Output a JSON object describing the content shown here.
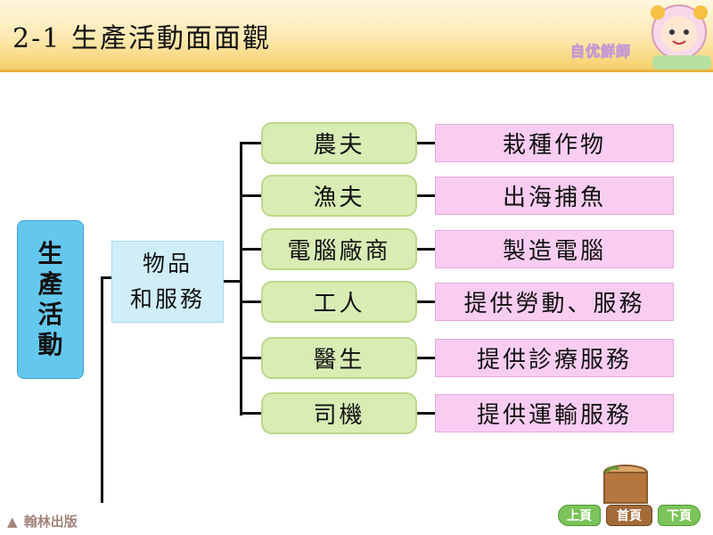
{
  "header": {
    "title": "2-1 生產活動面面觀",
    "brand": "自优鮮師"
  },
  "root": {
    "chars": [
      "生",
      "產",
      "活",
      "動"
    ]
  },
  "middle": {
    "lines": [
      "物品",
      "和服務"
    ]
  },
  "rows": [
    {
      "role": "農夫",
      "activity": "栽種作物"
    },
    {
      "role": "漁夫",
      "activity": "出海捕魚"
    },
    {
      "role": "電腦廠商",
      "activity": "製造電腦"
    },
    {
      "role": "工人",
      "activity": "提供勞動、服務"
    },
    {
      "role": "醫生",
      "activity": "提供診療服務"
    },
    {
      "role": "司機",
      "activity": "提供運輸服務"
    }
  ],
  "footer": {
    "publisher": "翰林出版",
    "nav_prev": "上頁",
    "nav_home": "首頁",
    "nav_next": "下頁"
  },
  "colors": {
    "root_fill": "#64c8ee",
    "middle_fill": "#cfeefa",
    "role_fill": "#d8ecb4",
    "activity_fill": "#f9cdf2",
    "header_gradient_end": "#f6cf6a"
  }
}
